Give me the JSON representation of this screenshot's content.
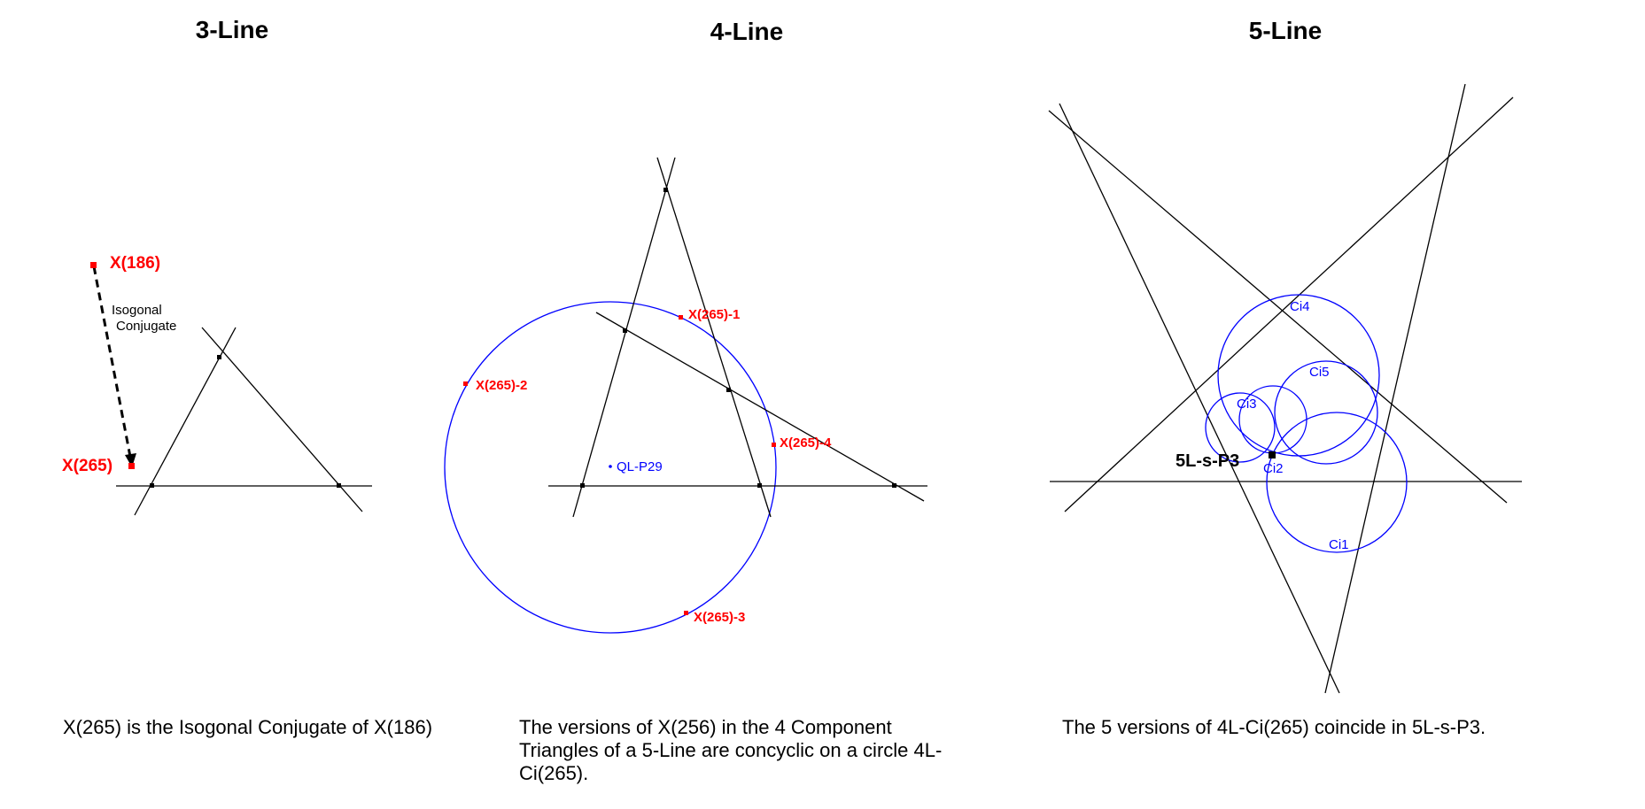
{
  "panels": {
    "three_line": {
      "title": "3-Line",
      "label_x186": "X(186)",
      "label_x265": "X(265)",
      "arrow_label_line1": "Isogonal",
      "arrow_label_line2": "Conjugate",
      "caption": "X(265) is the Isogonal Conjugate of X(186)"
    },
    "four_line": {
      "title": "4-Line",
      "points": [
        "X(265)-1",
        "X(265)-2",
        "X(265)-3",
        "X(265)-4"
      ],
      "center_label": "QL-P29",
      "caption": "The versions of X(256) in the 4 Component Triangles of a 5-Line are concyclic on a circle 4L-Ci(265)."
    },
    "five_line": {
      "title": "5-Line",
      "circles": [
        "Ci1",
        "Ci2",
        "Ci3",
        "Ci4",
        "Ci5"
      ],
      "point_label": "5L-s-P3",
      "caption": "The 5 versions of 4L-Ci(265) coincide in 5L-s-P3."
    }
  },
  "colors": {
    "construction": "#000000",
    "highlight": "#ff0000",
    "circle": "#0000ff"
  }
}
